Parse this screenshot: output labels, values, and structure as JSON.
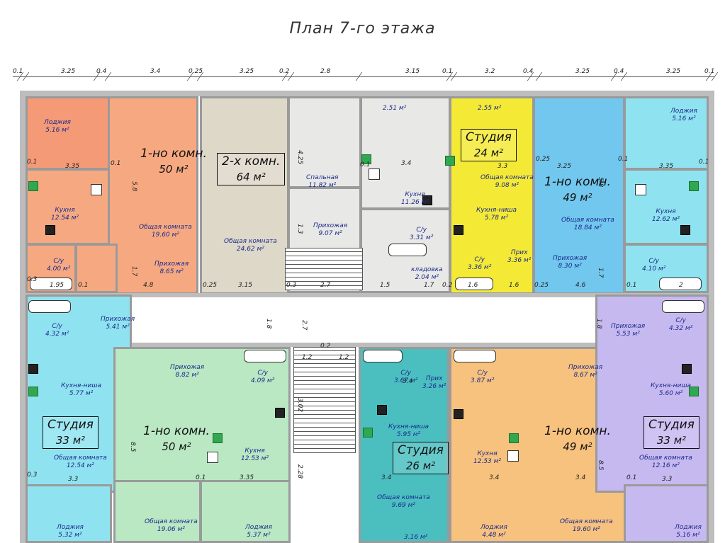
{
  "title": "План 7-го этажа",
  "top_dims": [
    "0.1",
    "3.25",
    "0.4",
    "3.4",
    "0.25",
    "3.25",
    "0.2",
    "2.8",
    "3.15",
    "0.1",
    "3.2",
    "0.4",
    "3.25",
    "0.4",
    "3.25",
    "0.1"
  ],
  "colors": {
    "orange": "#f6a981",
    "salmon": "#f59a76",
    "beige": "#ddd8c8",
    "grey": "#e8e8e6",
    "yellow": "#f4ea35",
    "blue": "#72c7ee",
    "cyan": "#8fe3f0",
    "green": "#b9e8c3",
    "teal": "#4bbfc0",
    "amber": "#f7c27e",
    "lavender": "#c6b9f0"
  },
  "apartments": [
    {
      "type": "1-но комн.",
      "area": "50 м²"
    },
    {
      "type": "2-х комн.",
      "area": "64 м²"
    },
    {
      "type": "Студия",
      "area": "24 м²"
    },
    {
      "type": "1-но комн.",
      "area": "49 м²"
    },
    {
      "type": "Студия",
      "area": "33 м²"
    },
    {
      "type": "1-но комн.",
      "area": "50 м²"
    },
    {
      "type": "Студия",
      "area": "26 м²"
    },
    {
      "type": "1-но комн.",
      "area": "49 м²"
    },
    {
      "type": "Студия",
      "area": "33 м²"
    }
  ],
  "rooms": {
    "r1": {
      "name": "Лоджия",
      "area": "5.16 м²"
    },
    "r2": {
      "name": "Кухня",
      "area": "12.54 м²"
    },
    "r3": {
      "name": "С/у",
      "area": "4.00 м²"
    },
    "r4": {
      "name": "Общая комната",
      "area": "19.60 м²"
    },
    "r5": {
      "name": "Прихожая",
      "area": "8.65 м²"
    },
    "r6": {
      "name": "Общая комната",
      "area": "24.62 м²"
    },
    "r7": {
      "name": "Спальная",
      "area": "11.82 м²"
    },
    "r8": {
      "name": "Прихожая",
      "area": "9.07 м²"
    },
    "r9": {
      "name": "",
      "area": "2.51 м²"
    },
    "r10": {
      "name": "Кухня",
      "area": "11.26 м²"
    },
    "r11": {
      "name": "С/у",
      "area": "3.31 м²"
    },
    "r12": {
      "name": "кладовка",
      "area": "2.04 м²"
    },
    "r13": {
      "name": "",
      "area": "2.55 м²"
    },
    "r14": {
      "name": "Общая комната",
      "area": "9.08 м²"
    },
    "r15": {
      "name": "Кухня-ниша",
      "area": "5.78 м²"
    },
    "r16": {
      "name": "С/у",
      "area": "3.36 м²"
    },
    "r17": {
      "name": "Прих",
      "area": "3.36 м²"
    },
    "r18": {
      "name": "Общая комната",
      "area": "18.84 м²"
    },
    "r19": {
      "name": "Прихожая",
      "area": "8.30 м²"
    },
    "r20": {
      "name": "Лоджия",
      "area": "5.16 м²"
    },
    "r21": {
      "name": "Кухня",
      "area": "12.62 м²"
    },
    "r22": {
      "name": "С/у",
      "area": "4.10 м²"
    },
    "r23": {
      "name": "С/у",
      "area": "4.32 м²"
    },
    "r24": {
      "name": "Прихожая",
      "area": "5.41 м²"
    },
    "r25": {
      "name": "Кухня-ниша",
      "area": "5.77 м²"
    },
    "r26": {
      "name": "Общая комната",
      "area": "12.54 м²"
    },
    "r27": {
      "name": "Лоджия",
      "area": "5.32 м²"
    },
    "r28": {
      "name": "Прихожая",
      "area": "8.82 м²"
    },
    "r29": {
      "name": "С/у",
      "area": "4.09 м²"
    },
    "r30": {
      "name": "Кухня",
      "area": "12.53 м²"
    },
    "r31": {
      "name": "Общая комната",
      "area": "19.06 м²"
    },
    "r32": {
      "name": "Лоджия",
      "area": "5.37 м²"
    },
    "r33": {
      "name": "С/у",
      "area": "3.67 м²"
    },
    "r34": {
      "name": "Прих",
      "area": "3.26 м²"
    },
    "r35": {
      "name": "Кухня-ниша",
      "area": "5.95 м²"
    },
    "r36": {
      "name": "Общая комната",
      "area": "9.69 м²"
    },
    "r37": {
      "name": "",
      "area": "3.16 м²"
    },
    "r38": {
      "name": "С/у",
      "area": "3.87 м²"
    },
    "r39": {
      "name": "Прихожая",
      "area": "8.67 м²"
    },
    "r40": {
      "name": "Кухня",
      "area": "12.53 м²"
    },
    "r41": {
      "name": "Лоджия",
      "area": "4.48 м²"
    },
    "r42": {
      "name": "Общая комната",
      "area": "19.60 м²"
    },
    "r43": {
      "name": "Прихожая",
      "area": "5.53 м²"
    },
    "r44": {
      "name": "С/у",
      "area": "4.32 м²"
    },
    "r45": {
      "name": "Кухня-ниша",
      "area": "5.60 м²"
    },
    "r46": {
      "name": "Общая комната",
      "area": "12.16 м²"
    },
    "r47": {
      "name": "Лоджия",
      "area": "5.16 м²"
    }
  },
  "inner_dims": [
    "3.35",
    "0.1",
    "1.95",
    "0.1",
    "4.8",
    "0.25",
    "3.15",
    "0.3",
    "2.7",
    "1.5",
    "1.7",
    "0.2",
    "1.6",
    "1.6",
    "0.25",
    "4.6",
    "0.1",
    "2",
    "0.3",
    "3.3",
    "3.3",
    "0.1",
    "3.35",
    "3.4",
    "3.4",
    "0.1",
    "3.3",
    "0.3",
    "3.4",
    "1.2",
    "0.2",
    "1.2",
    "3.4",
    "5.8",
    "4.25",
    "5.8",
    "2.7",
    "1.8",
    "1.8",
    "8.5",
    "8.5",
    "3.02",
    "2.28",
    "3.4",
    "0.1",
    "3.25",
    "0.25",
    "0.1",
    "3.35",
    "1.3",
    "1.7",
    "1.7",
    "0.1",
    "0.1"
  ]
}
